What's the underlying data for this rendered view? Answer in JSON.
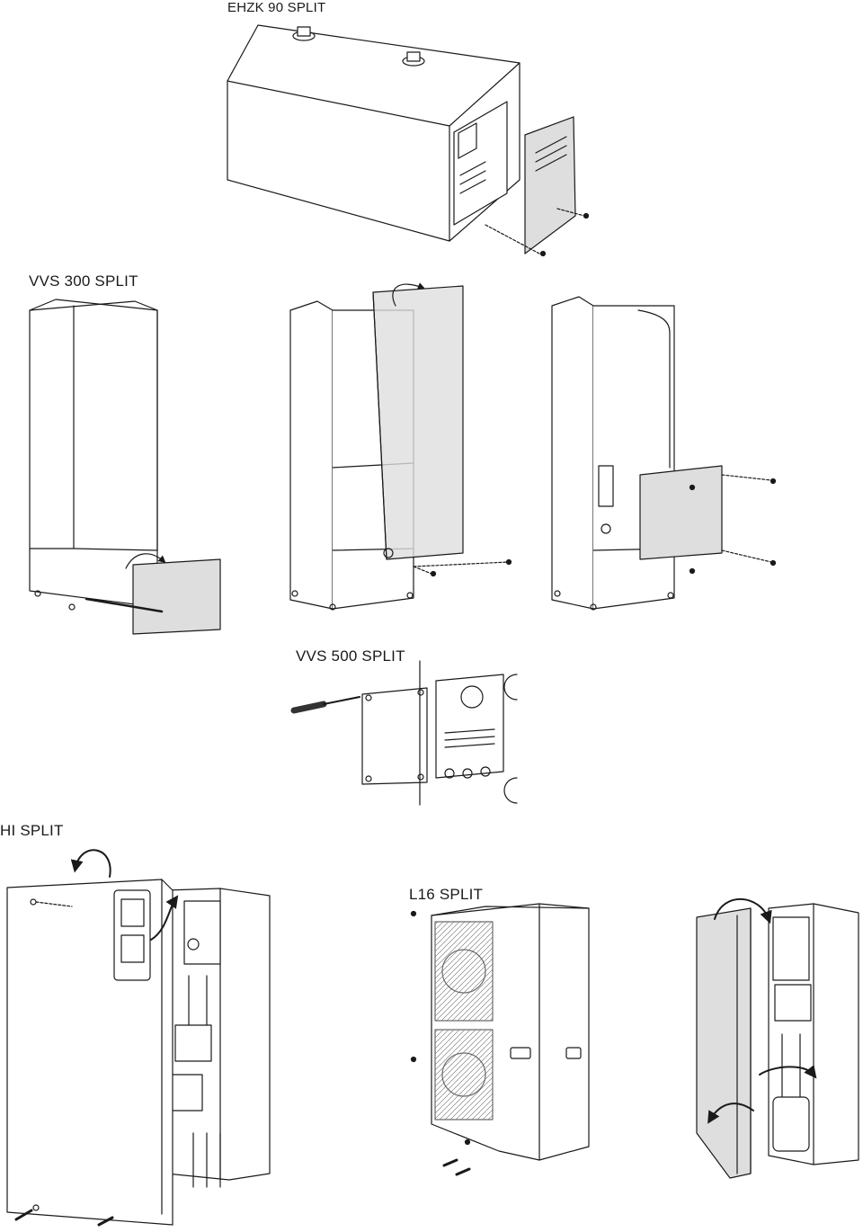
{
  "sections": {
    "ehzk": {
      "label": "EHZK 90 SPLIT"
    },
    "vvs300": {
      "label": "VVS 300 SPLIT"
    },
    "vvs500": {
      "label": "VVS 500 SPLIT"
    },
    "hi": {
      "label": "HI SPLIT"
    },
    "l16": {
      "label": "L16 SPLIT"
    }
  },
  "colors": {
    "line": "#1a1a1a",
    "panel_shade": "#dedede",
    "cabinet_fill": "#ffffff",
    "grille": "#6a6a6a"
  }
}
